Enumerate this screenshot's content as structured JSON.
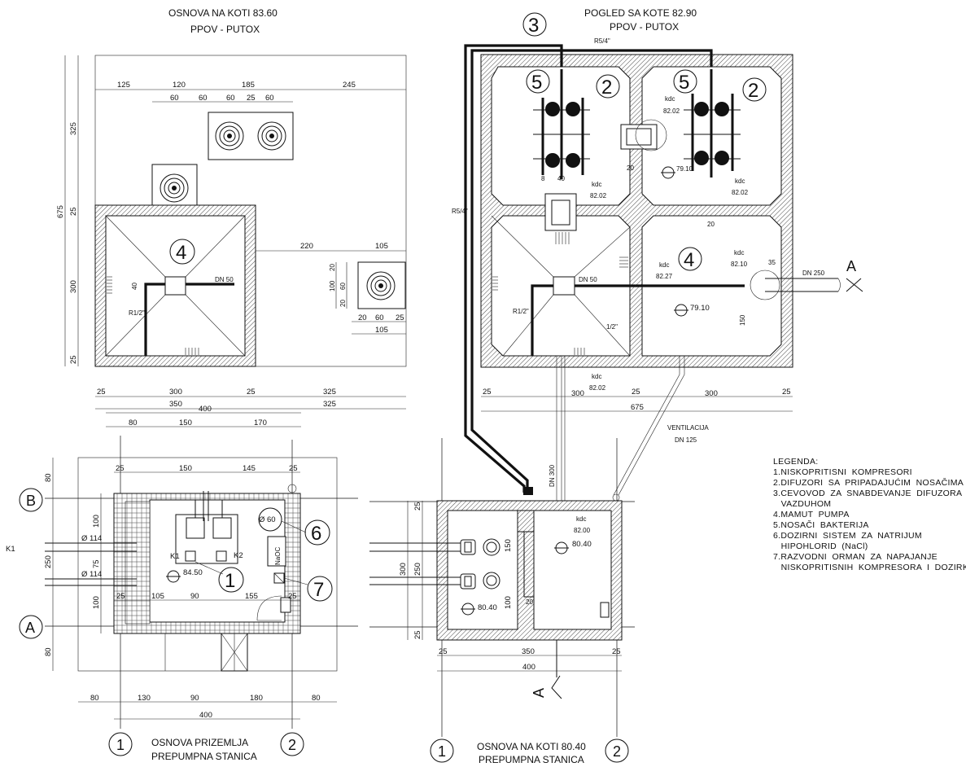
{
  "titles": {
    "plan_top_left_1": "OSNOVA NA KOTI  83.60",
    "plan_top_left_2": "PPOV - PUTOX",
    "plan_top_right_1": "POGLED  SA KOTE  82.90",
    "plan_top_right_2": "PPOV - PUTOX",
    "plan_bottom_left_1": "OSNOVA PRIZEMLJA",
    "plan_bottom_left_2": "PREPUMPNA STANICA",
    "plan_bottom_mid_1": "OSNOVA NA KOTI 80.40",
    "plan_bottom_mid_2": "PREPUMPNA STANICA"
  },
  "callouts": {
    "c1": "1",
    "c2": "2",
    "c3": "3",
    "c4": "4",
    "c5": "5",
    "c6": "6",
    "c7": "7"
  },
  "grid": {
    "g1": "1",
    "g2": "2",
    "gA": "A",
    "gB": "B",
    "k1": "K1"
  },
  "dims_top_left": {
    "d125": "125",
    "d120": "120",
    "d185": "185",
    "d245": "245",
    "d60a": "60",
    "d60b": "60",
    "d60c": "60",
    "d25": "25",
    "d60d": "60",
    "v325": "325",
    "v25a": "25",
    "v675": "675",
    "v300": "300",
    "v25b": "25",
    "d220": "220",
    "d105a": "105",
    "d105b": "105",
    "d20a": "20",
    "d60e": "60",
    "d25b": "25",
    "v40": "40",
    "v100": "100",
    "v60": "60",
    "v20a": "20",
    "v20b": "20",
    "dn50": "DN 50",
    "r12": "R1/2\"",
    "b25a": "25",
    "b300": "300",
    "b25b": "25",
    "b325a": "325",
    "b350": "350",
    "b325b": "325",
    "b400": "400",
    "b80": "80",
    "b150": "150",
    "b170": "170"
  },
  "dims_top_right": {
    "r54a": "R5/4\"",
    "r54b": "R5/4\"",
    "kdc": "kdc",
    "k8202a": "82.02",
    "k8202b": "82.02",
    "k8202c": "82.02",
    "k8202d": "82.02",
    "k8227": "82.27",
    "k8210": "82.10",
    "e79": "79.10",
    "e79b": "79.10",
    "dn50": "DN 50",
    "dn250": "DN 250",
    "r12": "R1/2\"",
    "h12": "1/2\"",
    "d35": "35",
    "d150": "150",
    "d20": "20",
    "d8": "8",
    "d40": "40",
    "b25a": "25",
    "b300a": "300",
    "b25b": "25",
    "b300b": "300",
    "b25c": "25",
    "b675": "675",
    "vent": "VENTILACIJA",
    "dn125": "DN 125"
  },
  "dims_bottom_left": {
    "h25a": "25",
    "h150": "150",
    "h145": "145",
    "h25b": "25",
    "v80a": "80",
    "v100a": "100",
    "v250": "250",
    "v75": "75",
    "v100b": "100",
    "v80b": "80",
    "phi114a": "Ø 114",
    "phi114b": "Ø 114",
    "phi60": "Ø 60",
    "k1": "K1",
    "k2": "K2",
    "e8450": "84.50",
    "naoc": "NaOC",
    "i25a": "25",
    "i105": "105",
    "i90": "90",
    "i155": "155",
    "i25b": "25",
    "b80a": "80",
    "b130": "130",
    "b90": "90",
    "b180": "180",
    "b80b": "80",
    "b400": "400"
  },
  "dims_bottom_mid": {
    "v25a": "25",
    "v150": "150",
    "v300": "300",
    "v250": "250",
    "v100": "100",
    "v25b": "25",
    "kdc": "kdc",
    "k8200": "82.00",
    "e8040a": "80.40",
    "e8040b": "80.40",
    "d20": "20",
    "dn300": "DN 300",
    "b25a": "25",
    "b350": "350",
    "b25b": "25",
    "b400": "400"
  },
  "legend": {
    "title": "LEGENDA:",
    "items": [
      "1.NISKOPRITISNI  KOMPRESORI",
      "2.DIFUZORI  SA  PRIPADAJUĆIM  NOSAČIMA",
      "3.CEVOVOD  ZA  SNABDEVANJE  DIFUZORA",
      "   VAZDUHOM",
      "4.MAMUT  PUMPA",
      "5.NOSAČI  BAKTERIJA",
      "6.DOZIRNI  SISTEM  ZA  NATRIJUM",
      "   HIPOHLORID  (NaCl)",
      "7.RAZVODNI  ORMAN  ZA  NAPAJANJE",
      "   NISKOPRITISNIH  KOMPRESORA  I  DOZIRKE"
    ]
  }
}
